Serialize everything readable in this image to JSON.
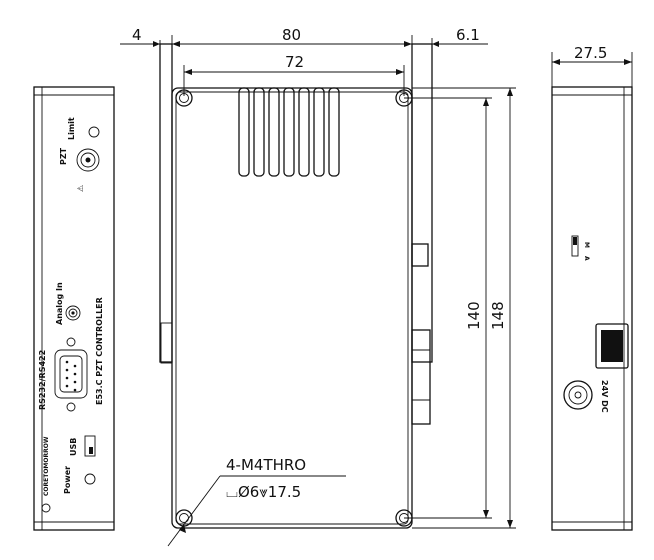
{
  "dimensions": {
    "offset_left": "4",
    "overall_width": "80",
    "hole_spacing_x": "72",
    "offset_right": "6.1",
    "depth": "27.5",
    "hole_spacing_y": "140",
    "overall_height": "148"
  },
  "callout": {
    "line1": "4-M4THRO",
    "line2": "⌴Ø6⩔17.5"
  },
  "front_panel": {
    "model": "E53.C PZT CONTROLLER",
    "pzt": "PZT",
    "limit": "Limit",
    "analog_in": "Analog In",
    "serial": "RS232/RS422",
    "usb": "USB",
    "power": "Power",
    "brand": "CORETOMORROW",
    "warning_symbol": "⚠"
  },
  "side_panel": {
    "power_label": "24V DC",
    "switch_m": "M",
    "switch_a": "A"
  }
}
